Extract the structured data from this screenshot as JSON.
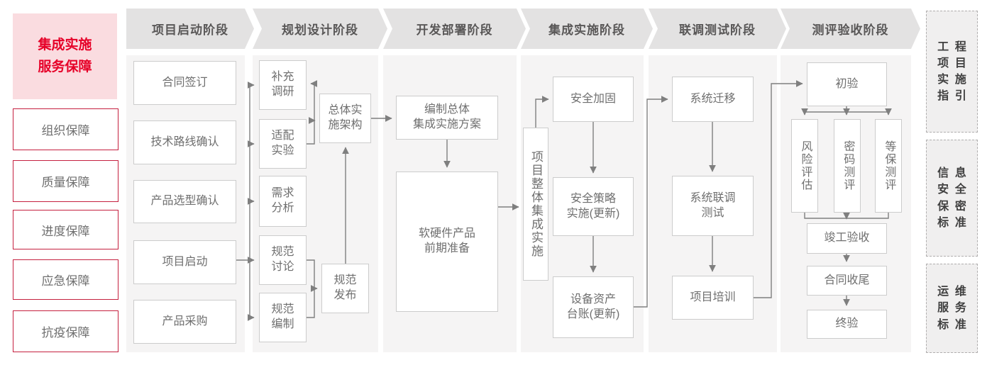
{
  "brand": {
    "title": "集成实施\n服务保障"
  },
  "sidebar": {
    "items": [
      {
        "label": "组织保障"
      },
      {
        "label": "质量保障"
      },
      {
        "label": "进度保障"
      },
      {
        "label": "应急保障"
      },
      {
        "label": "抗疫保障"
      }
    ]
  },
  "phases": [
    {
      "header": "项目启动阶段",
      "boxes": [
        {
          "label": "合同签订"
        },
        {
          "label": "技术路线确认"
        },
        {
          "label": "产品选型确认"
        },
        {
          "label": "项目启动"
        },
        {
          "label": "产品采购"
        }
      ]
    },
    {
      "header": "规划设计阶段",
      "boxes": [
        {
          "label": "补充\n调研"
        },
        {
          "label": "适配\n实验"
        },
        {
          "label": "需求\n分析"
        },
        {
          "label": "规范\n讨论"
        },
        {
          "label": "规范\n编制"
        },
        {
          "label": "总体实\n施架构"
        },
        {
          "label": "规范\n发布"
        }
      ]
    },
    {
      "header": "开发部署阶段",
      "boxes": [
        {
          "label": "编制总体\n集成实施方案"
        },
        {
          "label": "软硬件产品\n前期准备"
        }
      ]
    },
    {
      "header": "集成实施阶段",
      "boxes": [
        {
          "label": "项目整体集成实施"
        },
        {
          "label": "安全加固"
        },
        {
          "label": "安全策略\n实施(更新)"
        },
        {
          "label": "设备资产\n台账(更新)"
        }
      ]
    },
    {
      "header": "联调测试阶段",
      "boxes": [
        {
          "label": "系统迁移"
        },
        {
          "label": "系统联调\n测试"
        },
        {
          "label": "项目培训"
        }
      ]
    },
    {
      "header": "测评验收阶段",
      "boxes": [
        {
          "label": "初验"
        },
        {
          "label": "风险评估"
        },
        {
          "label": "密码测评"
        },
        {
          "label": "等保测评"
        },
        {
          "label": "竣工验收"
        },
        {
          "label": "合同收尾"
        },
        {
          "label": "终验"
        }
      ]
    }
  ],
  "standards": {
    "items": [
      {
        "label": "工程\n项目\n实施\n指引"
      },
      {
        "label": "信息\n安全\n保密\n标准"
      },
      {
        "label": "运维\n服务\n标准"
      }
    ]
  },
  "colors": {
    "accent_red": "#e60028",
    "pink_bg": "#fadce0",
    "red_border": "#c5203f",
    "header_gray": "#e3e2e2",
    "panel_gray": "#f5f4f4",
    "line_gray": "#7f7f7f"
  }
}
